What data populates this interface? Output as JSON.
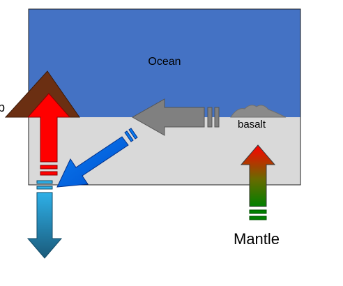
{
  "labels": {
    "ocean": "Ocean",
    "basalt": "basalt",
    "mantle": "Mantle",
    "edge_fragment": "p"
  },
  "colors": {
    "ocean": "#4472c4",
    "crust": "#d9d9d9",
    "outline": "#222222",
    "volcano": "#6b2f12",
    "basalt_rock": "#8a8a8a",
    "gray_arrow": "#808080",
    "red_arrow": "#ff0000",
    "blue_arrow": "#0070e0",
    "cyan_arrow_top": "#2eb0e8",
    "cyan_arrow_bottom": "#1a5a7a",
    "mantle_arrow_top": "#ff0000",
    "mantle_arrow_bottom": "#008000"
  }
}
